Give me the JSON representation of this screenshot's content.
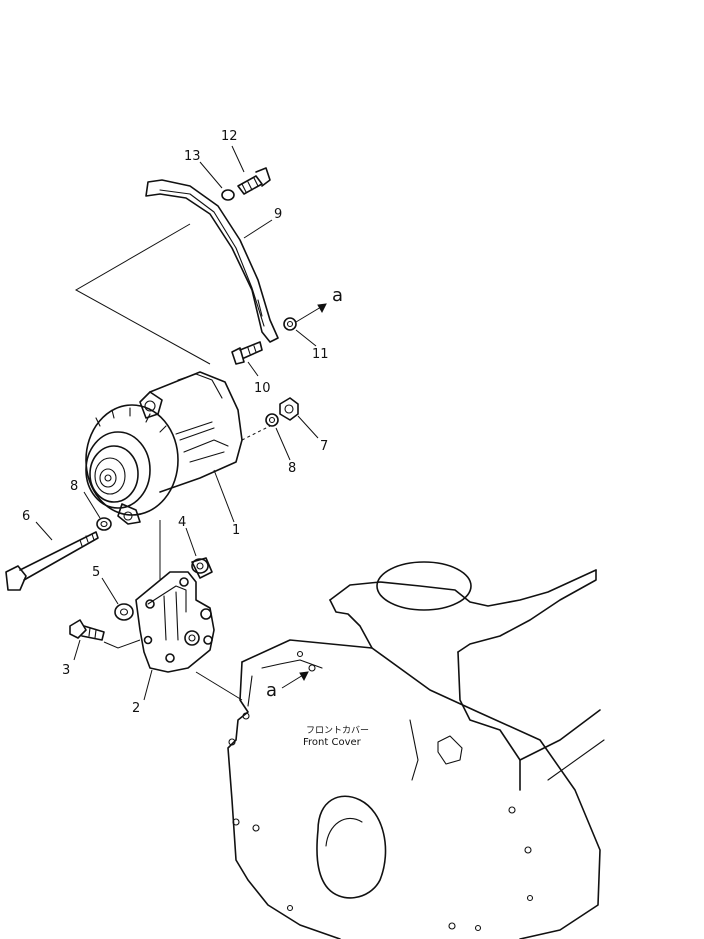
{
  "callouts": {
    "p1": "1",
    "p2": "2",
    "p3": "3",
    "p4": "4",
    "p5": "5",
    "p6": "6",
    "p7": "7",
    "p8_left": "8",
    "p8_right": "8",
    "p9": "9",
    "p10": "10",
    "p11": "11",
    "p12": "12",
    "p13": "13"
  },
  "reference": {
    "a_top": "a",
    "a_bottom": "a"
  },
  "engine": {
    "label_jp": "フロントカバー",
    "label_en": "Front Cover"
  }
}
